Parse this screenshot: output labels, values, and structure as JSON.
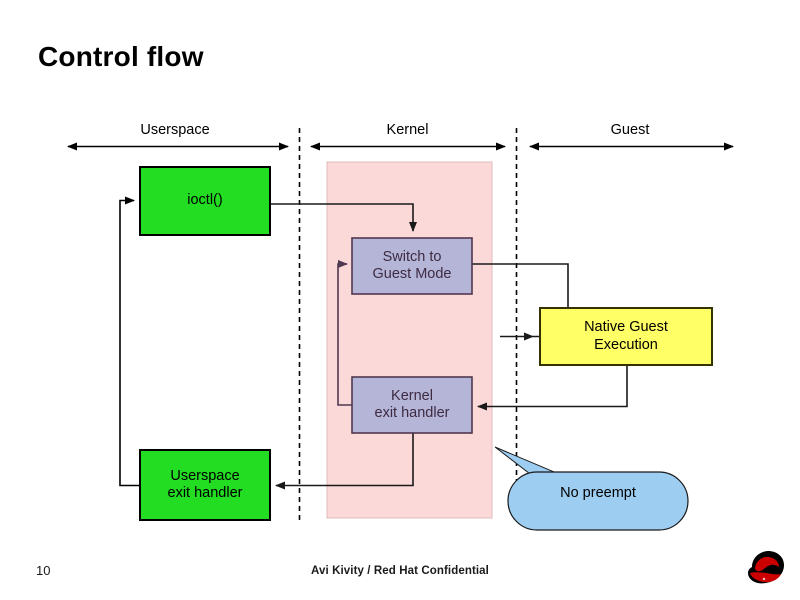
{
  "slide": {
    "title": "Control flow",
    "regions": [
      {
        "id": "userspace",
        "label": "Userspace"
      },
      {
        "id": "kernel",
        "label": "Kernel"
      },
      {
        "id": "guest",
        "label": "Guest"
      }
    ],
    "nodes": [
      {
        "id": "ioctl",
        "label": "ioctl()",
        "fill": "#22dd22",
        "stroke": "#000000",
        "text_color": "#000000",
        "region": "userspace"
      },
      {
        "id": "switch",
        "label": "Switch to\nGuest Mode",
        "fill": "#b5b5d8",
        "stroke": "#50384f",
        "text_color": "#3d2b42",
        "region": "kernel"
      },
      {
        "id": "kernel-exit",
        "label": "Kernel\nexit handler",
        "fill": "#b5b5d8",
        "stroke": "#50384f",
        "text_color": "#3d2b42",
        "region": "kernel"
      },
      {
        "id": "user-exit",
        "label": "Userspace\nexit handler",
        "fill": "#22dd22",
        "stroke": "#000000",
        "text_color": "#000000",
        "region": "userspace"
      },
      {
        "id": "native-guest",
        "label": "Native Guest\nExecution",
        "fill": "#ffff66",
        "stroke": "#333300",
        "text_color": "#000000",
        "region": "guest"
      }
    ],
    "callout": {
      "id": "no-preempt",
      "label": "No preempt",
      "fill": "#9dcdf0",
      "stroke": "#000000"
    },
    "kernel_band": {
      "fill": "#fbd9d9",
      "stroke": "#d9b3b3"
    },
    "divider": {
      "style": "dashed",
      "color": "#000000"
    }
  },
  "footer": {
    "page_number": "10",
    "center_text": "Avi Kivity / Red Hat Confidential",
    "logo_name": "red-hat-shadowman-logo",
    "logo_hat_color": "#cc0000",
    "logo_head_color": "#000000"
  }
}
